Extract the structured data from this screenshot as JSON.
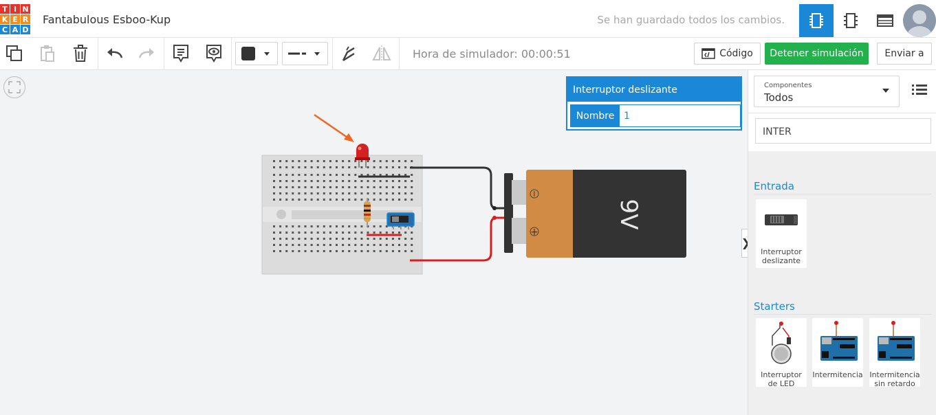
{
  "brand": {
    "logo_letters": [
      "T",
      "I",
      "N",
      "K",
      "E",
      "R",
      "C",
      "A",
      "D"
    ],
    "logo_colors": [
      "#e6332a",
      "#e6332a",
      "#e6332a",
      "#f28c1e",
      "#f28c1e",
      "#f28c1e",
      "#1a88d6",
      "#1a88d6",
      "#1a88d6"
    ]
  },
  "header": {
    "design_name": "Fantabulous Esboo-Kup",
    "save_status": "Se han guardado todos los cambios.",
    "views": [
      "circuit-view-icon",
      "schematic-view-icon",
      "component-list-icon"
    ],
    "active_view": "circuit-view-icon"
  },
  "toolbar": {
    "sim_time": "Hora de simulador: 00:00:51",
    "code_label": "Código",
    "stop_label": "Detener simulación",
    "send_label": "Enviar a",
    "fill_color": "#333333"
  },
  "inspector": {
    "title": "Interruptor deslizante",
    "name_label": "Nombre",
    "name_value": "1"
  },
  "circuit": {
    "battery_label": "9V",
    "battery_plus": "+",
    "battery_minus": "−"
  },
  "panel": {
    "components_label": "Componentes",
    "components_value": "Todos",
    "search_value": "INTER",
    "section_input": "Entrada",
    "section_starters": "Starters",
    "input_items": [
      {
        "label": "Interruptor deslizante"
      }
    ],
    "starter_items": [
      {
        "label": "Interruptor de LED"
      },
      {
        "label": "Intermitencia"
      },
      {
        "label": "Intermitencia sin retardo"
      }
    ]
  },
  "colors": {
    "accent": "#1a88d6",
    "stop_green": "#23b14d",
    "annotation_arrow": "#f26522",
    "wire_red": "#d62020",
    "wire_black": "#333333"
  }
}
